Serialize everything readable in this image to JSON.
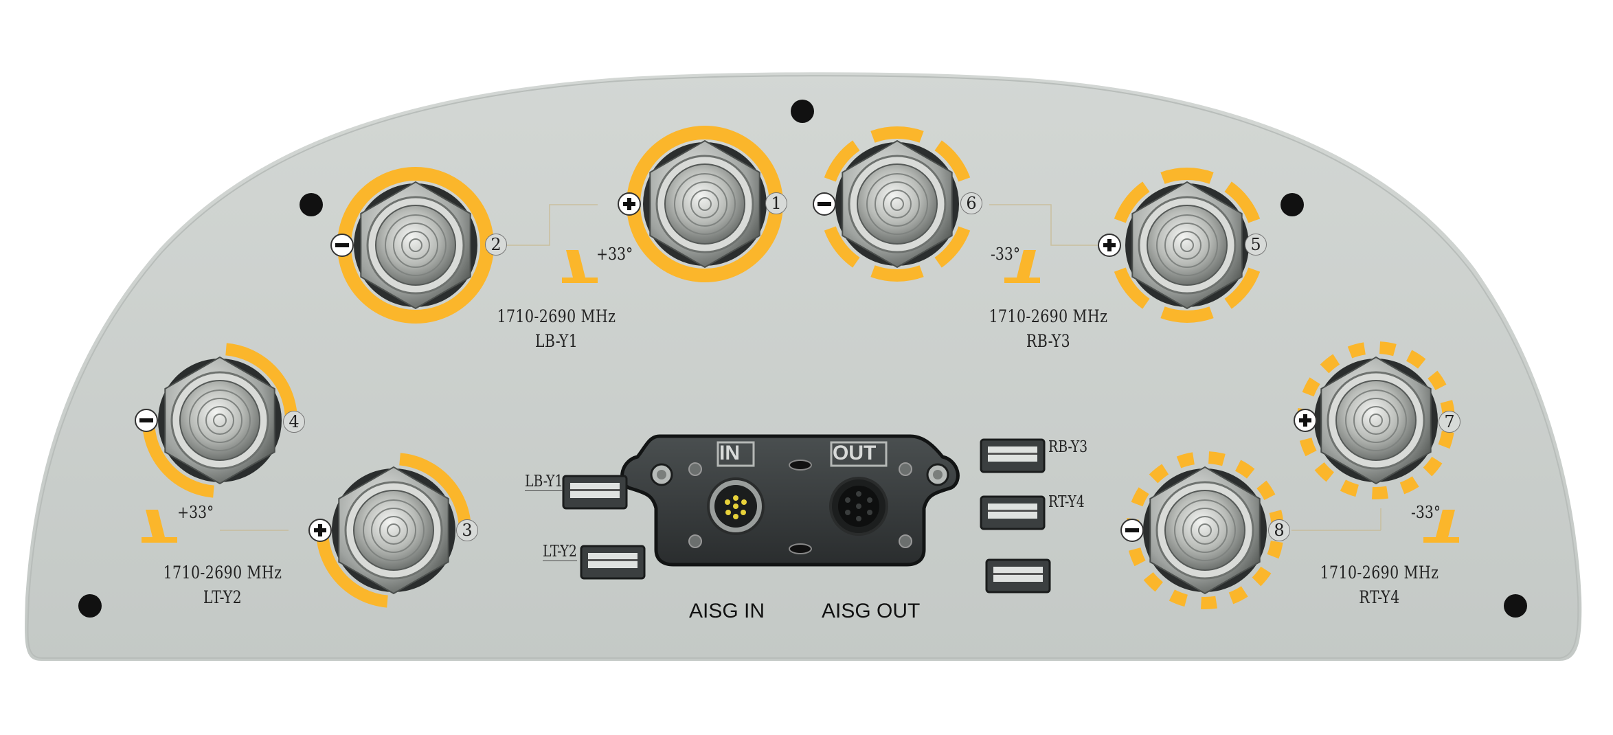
{
  "colors": {
    "panel": "#c9cecb",
    "accent": "#fbb62b",
    "dark": "#2e3233"
  },
  "ports": [
    {
      "number": "2",
      "polarity": "minus",
      "ring": "solid"
    },
    {
      "number": "1",
      "polarity": "plus",
      "ring": "solid"
    },
    {
      "number": "6",
      "polarity": "minus",
      "ring": "segmented"
    },
    {
      "number": "5",
      "polarity": "plus",
      "ring": "segmented"
    },
    {
      "number": "4",
      "polarity": "minus",
      "ring": "arc"
    },
    {
      "number": "3",
      "polarity": "plus",
      "ring": "arc"
    },
    {
      "number": "8",
      "polarity": "minus",
      "ring": "dashed"
    },
    {
      "number": "7",
      "polarity": "plus",
      "ring": "dashed"
    }
  ],
  "bands": [
    {
      "freq": "1710-2690 MHz",
      "name": "LB-Y1",
      "angle": "+33°"
    },
    {
      "freq": "1710-2690 MHz",
      "name": "RB-Y3",
      "angle": "-33°"
    },
    {
      "freq": "1710-2690 MHz",
      "name": "LT-Y2",
      "angle": "+33°"
    },
    {
      "freq": "1710-2690 MHz",
      "name": "RT-Y4",
      "angle": "-33°"
    }
  ],
  "rcu_slots": {
    "lb_y1": "LB-Y1",
    "lt_y2": "LT-Y2",
    "rb_y3": "RB-Y3",
    "rt_y4": "RT-Y4"
  },
  "aisg": {
    "in_tag": "IN",
    "out_tag": "OUT",
    "in_label": "AISG IN",
    "out_label": "AISG OUT"
  },
  "icons": [
    "minus-icon",
    "plus-icon",
    "tilt-indicator-icon",
    "mounting-hole-icon"
  ]
}
